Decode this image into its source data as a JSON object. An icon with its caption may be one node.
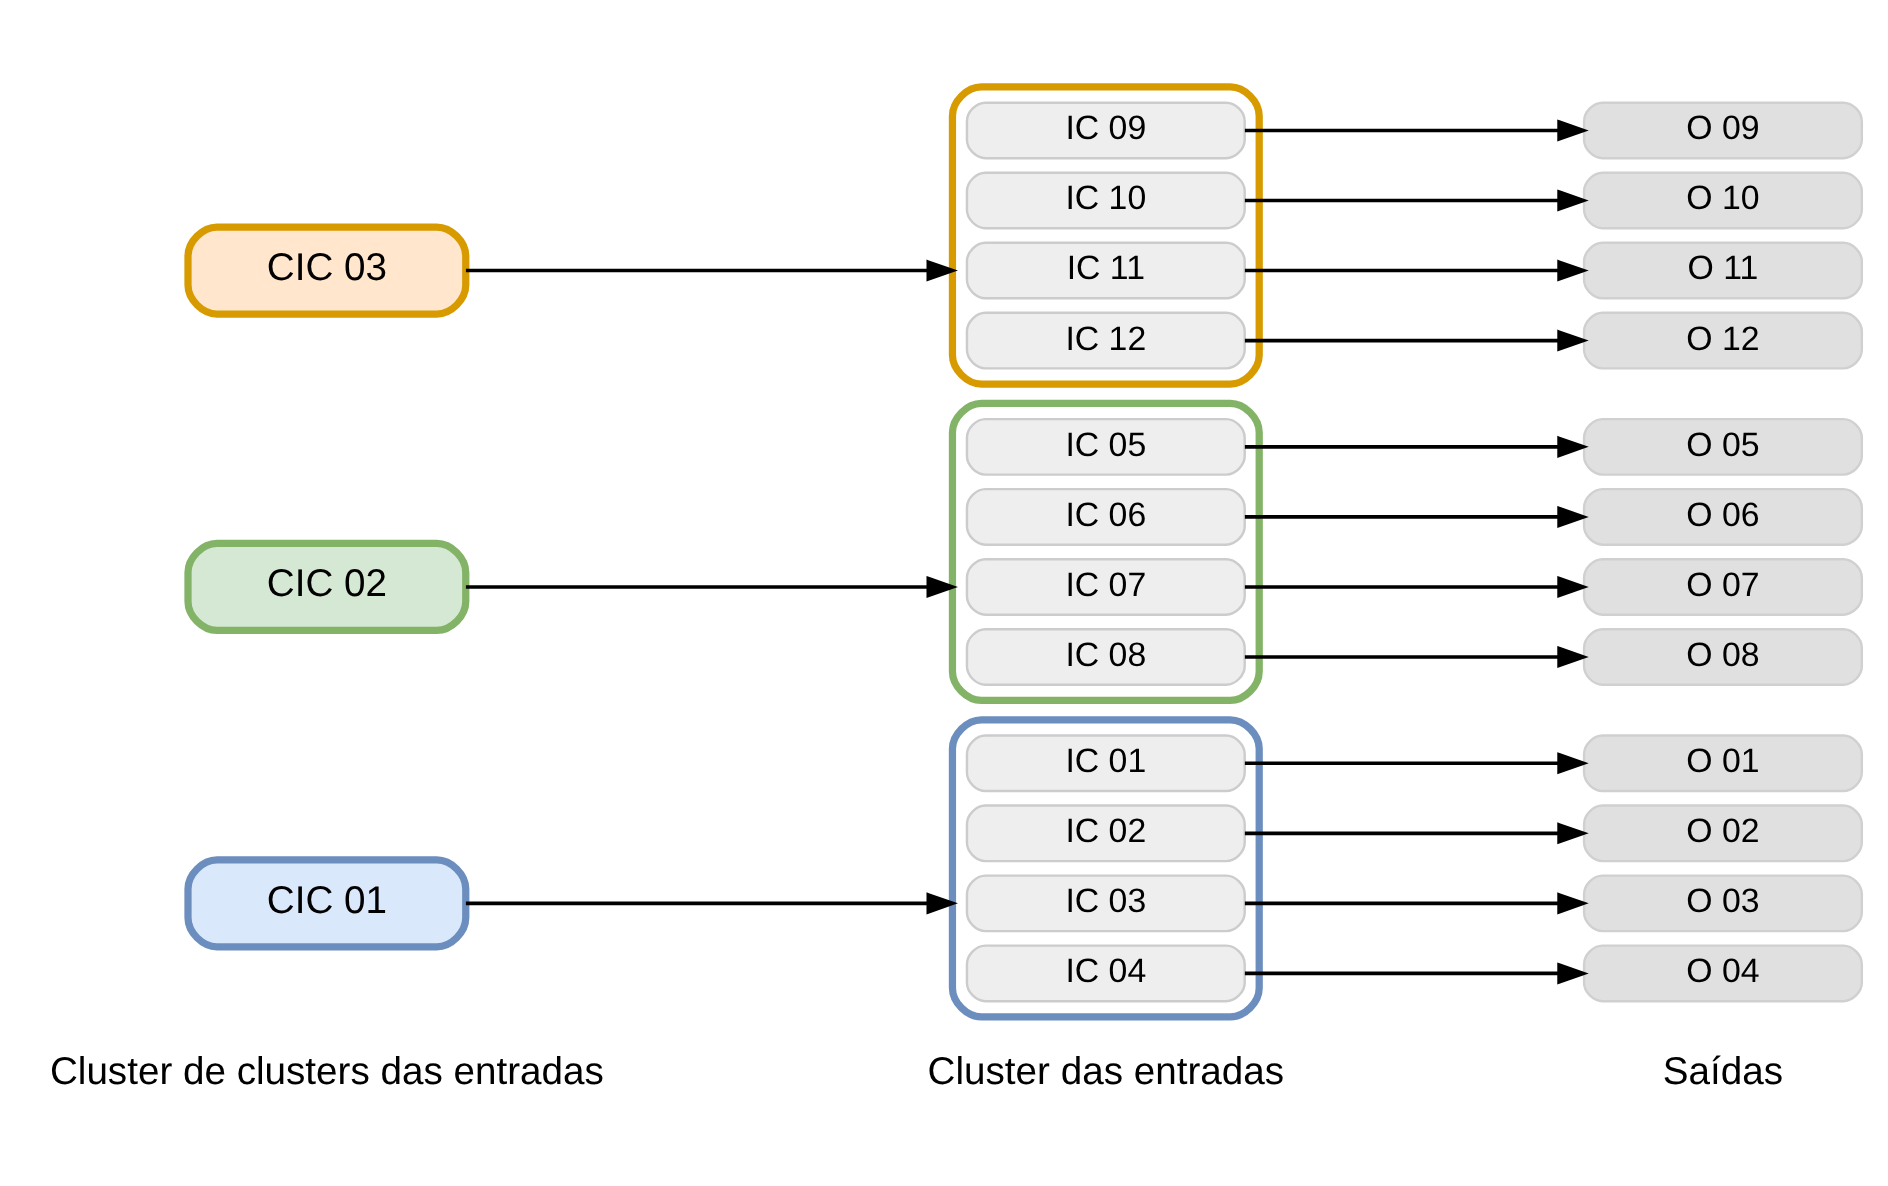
{
  "diagram": {
    "nodes": [
      {
        "text": [
          "CIC 01"
        ]
      },
      {
        "text": [
          "CIC 02"
        ]
      },
      {
        "text": [
          "CIC 03"
        ]
      },
      {
        "text": [],
        "shape": "box"
      },
      {
        "text": [
          "IC 01"
        ],
        "in": 3
      },
      {
        "text": [
          "IC 02"
        ],
        "in": 3
      },
      {
        "text": [
          "IC 03"
        ],
        "in": 3
      },
      {
        "text": [
          "IC 04"
        ],
        "in": 3
      },
      {
        "text": [],
        "shape": "box"
      },
      {
        "text": [
          "IC 05"
        ],
        "in": 8
      },
      {
        "text": [
          "IC 06"
        ],
        "in": 8
      },
      {
        "text": [
          "IC 07"
        ],
        "in": 8
      },
      {
        "text": [
          "IC 08"
        ],
        "in": 8
      },
      {
        "text": [],
        "shape": "box"
      },
      {
        "text": [
          "IC 09"
        ],
        "in": 13
      },
      {
        "text": [
          "IC 10"
        ],
        "in": 13
      },
      {
        "text": [
          "IC 11"
        ],
        "in": 13
      },
      {
        "text": [
          "IC 12"
        ],
        "in": 13
      },
      {
        "text": [
          "O 01"
        ]
      },
      {
        "text": [
          "O 02"
        ]
      },
      {
        "text": [
          "O 03"
        ]
      },
      {
        "text": [
          "O 04"
        ]
      },
      {
        "text": [
          "O 05"
        ]
      },
      {
        "text": [
          "O 06"
        ]
      },
      {
        "text": [
          "O 07"
        ]
      },
      {
        "text": [
          "O 08"
        ]
      },
      {
        "text": [
          "O 09"
        ]
      },
      {
        "text": [
          "O 10"
        ]
      },
      {
        "text": [
          "O 11"
        ]
      },
      {
        "text": [
          "O 12"
        ]
      }
    ],
    "edges": [
      {
        "from": 0,
        "to": 3,
        "arrow": "to"
      },
      {
        "from": 1,
        "to": 8,
        "arrow": "to"
      },
      {
        "from": 2,
        "to": 13,
        "arrow": "to"
      },
      {
        "from": 4,
        "to": 18,
        "arrow": "to"
      },
      {
        "from": 5,
        "to": 19,
        "arrow": "to"
      },
      {
        "from": 6,
        "to": 20,
        "arrow": "to"
      },
      {
        "from": 7,
        "to": 21,
        "arrow": "to"
      },
      {
        "from": 9,
        "to": 22,
        "arrow": "to"
      },
      {
        "from": 10,
        "to": 23,
        "arrow": "to"
      },
      {
        "from": 11,
        "to": 24,
        "arrow": "to"
      },
      {
        "from": 12,
        "to": 25,
        "arrow": "to"
      },
      {
        "from": 14,
        "to": 26,
        "arrow": "to"
      },
      {
        "from": 15,
        "to": 27,
        "arrow": "to"
      },
      {
        "from": 16,
        "to": 28,
        "arrow": "to"
      },
      {
        "from": 17,
        "to": 29,
        "arrow": "to"
      }
    ],
    "labels": [
      "Cluster de clusters das entradas",
      "Cluster das entradas",
      "Saídas"
    ]
  }
}
